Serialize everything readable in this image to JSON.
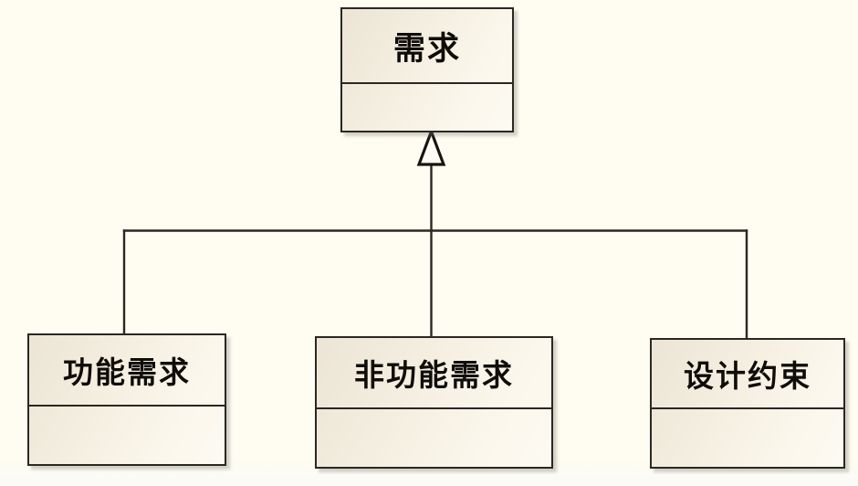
{
  "diagram": {
    "type": "uml-class-diagram",
    "relationship": "generalization",
    "background_color": "#fffdf2",
    "node_fill_color": "#f4eee0",
    "node_border_color": "#2b2722",
    "line_color": "#2b2722",
    "nodes": [
      {
        "id": "root",
        "name": "需求",
        "attributes": "",
        "role": "superclass"
      },
      {
        "id": "functional",
        "name": "功能需求",
        "attributes": "",
        "role": "subclass"
      },
      {
        "id": "nonfunctional",
        "name": "非功能需求",
        "attributes": "",
        "role": "subclass"
      },
      {
        "id": "constraint",
        "name": "设计约束",
        "attributes": "",
        "role": "subclass"
      }
    ],
    "edges": [
      {
        "from": "functional",
        "to": "root",
        "kind": "generalization"
      },
      {
        "from": "nonfunctional",
        "to": "root",
        "kind": "generalization"
      },
      {
        "from": "constraint",
        "to": "root",
        "kind": "generalization"
      }
    ]
  }
}
